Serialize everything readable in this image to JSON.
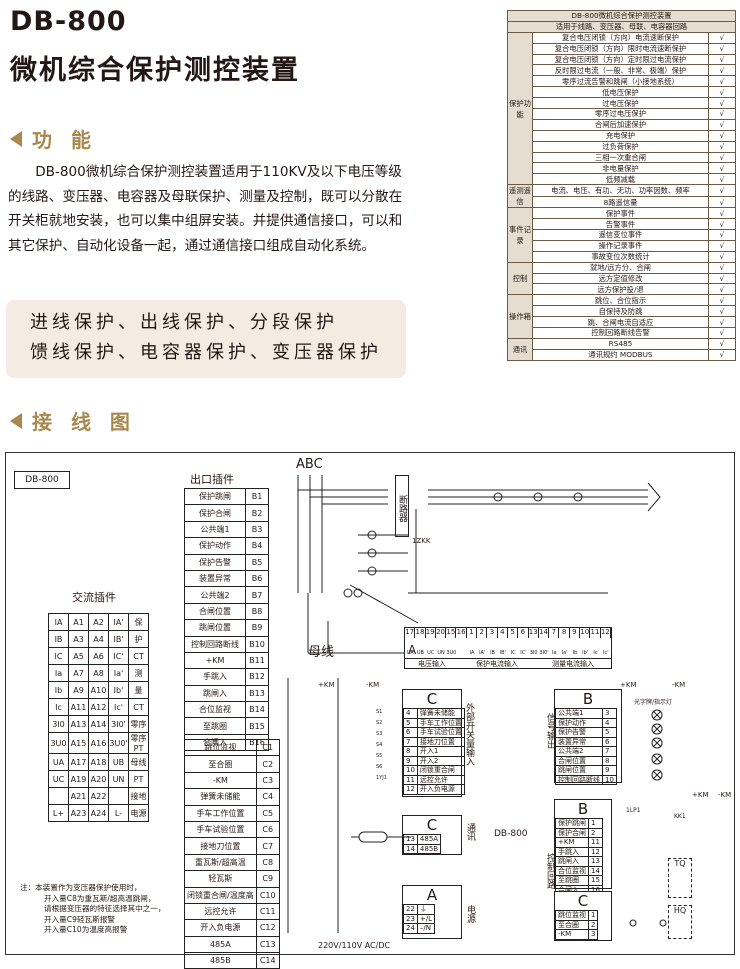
{
  "header": {
    "model": "DB-800",
    "name": "微机综合保护测控装置"
  },
  "sections": {
    "function": "功 能",
    "wiring": "接 线 图"
  },
  "description": "DB-800微机综合保护测控装置适用于110KV及以下电压等级的线路、变压器、电容器及母联保护、测量及控制，既可以分散在开关柜就地安装，也可以集中组屏安装。并提供通信接口，可以和其它保护、自动化设备一起，通过通信接口组成自动化系统。",
  "applications": [
    "进线保护、出线保护、分段保护",
    "馈线保护、电容器保护、变压器保护"
  ],
  "function_table": {
    "title": "DB-800微机综合保护测控装置",
    "subtitle": "适用于线路、变压器、母联、电容器回路",
    "check": "√",
    "groups": [
      {
        "name": "保护功能",
        "items": [
          "复合电压闭锁（方向）电流速断保护",
          "复合电压闭锁（方向）限时电流速断保护",
          "复合电压闭锁（方向）定时限过电流保护",
          "反时限过电流（一般、非常、极端）保护",
          "零序过流告警和跳闸（小接地系统）",
          "低电压保护",
          "过电压保护",
          "零序过电压保护",
          "合闸后加速保护",
          "充电保护",
          "过负荷保护",
          "三相一次重合闸",
          "非电量保护",
          "低频减载"
        ]
      },
      {
        "name": "遥测遥信",
        "items": [
          "电流、电压、有功、无功、功率因数、频率",
          "8路遥信量"
        ]
      },
      {
        "name": "事件记录",
        "items": [
          "保护事件",
          "告警事件",
          "遥信变位事件",
          "操作记录事件",
          "事故变位次数统计"
        ]
      },
      {
        "name": "控制",
        "items": [
          "就地/远方分、合闸",
          "远方定值修改",
          "远方保护投/退"
        ]
      },
      {
        "name": "操作箱",
        "items": [
          "跳位、合位指示",
          "自保持及防跳",
          "跳、合闸电流自适应",
          "控制回路断线告警"
        ]
      },
      {
        "name": "通讯",
        "items": [
          "RS485",
          "通讯规约 MODBUS"
        ]
      }
    ]
  },
  "wiring": {
    "device_label": "DB-800",
    "ac_title": "交流插件",
    "ac_rows": [
      [
        "IA",
        "A1",
        "A2",
        "IA'",
        "保"
      ],
      [
        "IB",
        "A3",
        "A4",
        "IB'",
        "护"
      ],
      [
        "IC",
        "A5",
        "A6",
        "IC'",
        "CT"
      ],
      [
        "Ia",
        "A7",
        "A8",
        "Ia'",
        "测"
      ],
      [
        "Ib",
        "A9",
        "A10",
        "Ib'",
        "量"
      ],
      [
        "Ic",
        "A11",
        "A12",
        "Ic'",
        "CT"
      ],
      [
        "3I0",
        "A13",
        "A14",
        "3I0'",
        "零序"
      ],
      [
        "3U0",
        "A15",
        "A16",
        "3U0'",
        "零序PT"
      ],
      [
        "UA",
        "A17",
        "A18",
        "UB",
        "母线"
      ],
      [
        "UC",
        "A19",
        "A20",
        "UN",
        "PT"
      ],
      [
        "",
        "A21",
        "A22",
        "",
        "接地"
      ],
      [
        "L+",
        "A23",
        "A24",
        "L-",
        "电源"
      ]
    ],
    "out_title": "出口插件",
    "out_b": [
      [
        "保护跳闸",
        "B1"
      ],
      [
        "保护合闸",
        "B2"
      ],
      [
        "公共端1",
        "B3"
      ],
      [
        "保护动作",
        "B4"
      ],
      [
        "保护告警",
        "B5"
      ],
      [
        "装置异常",
        "B6"
      ],
      [
        "公共端2",
        "B7"
      ],
      [
        "合闸位置",
        "B8"
      ],
      [
        "跳闸位置",
        "B9"
      ],
      [
        "控制回路断线",
        "B10"
      ],
      [
        "+KM",
        "B11"
      ],
      [
        "手跳入",
        "B12"
      ],
      [
        "跳闸入",
        "B13"
      ],
      [
        "合位监视",
        "B14"
      ],
      [
        "至跳圈",
        "B15"
      ],
      [
        "合闸入",
        "B16"
      ]
    ],
    "out_c": [
      [
        "跳位监视",
        "C1"
      ],
      [
        "至合圈",
        "C2"
      ],
      [
        "-KM",
        "C3"
      ],
      [
        "弹簧未储能",
        "C4"
      ],
      [
        "手车工作位置",
        "C5"
      ],
      [
        "手车试验位置",
        "C6"
      ],
      [
        "接地刀位置",
        "C7"
      ],
      [
        "重瓦斯/超高温",
        "C8"
      ],
      [
        "轻瓦斯",
        "C9"
      ],
      [
        "闭锁重合闸/温度高",
        "C10"
      ],
      [
        "远控允许",
        "C11"
      ],
      [
        "开入负电源",
        "C12"
      ],
      [
        "485A",
        "C13"
      ],
      [
        "485B",
        "C14"
      ]
    ],
    "note": [
      "注：本装置作为变压器保护使用时，",
      "开入量C8为重瓦斯/超高温跳闸，",
      "请根据变压器的特征选择其中之一，",
      "开入量C9轻瓦斯报警",
      "开入量C10为温度高报警"
    ],
    "abc": "ABC",
    "breaker": "断路器",
    "zkk": "1ZKK",
    "busbar": "母线",
    "terminal_nums": [
      "17",
      "18",
      "19",
      "20",
      "15",
      "16",
      "1",
      "2",
      "3",
      "4",
      "5",
      "6",
      "13",
      "14",
      "7",
      "8",
      "9",
      "10",
      "11",
      "12"
    ],
    "terminal_sub": [
      "UA",
      "UB",
      "UC",
      "UN",
      "3U0",
      "",
      "IA",
      "IA'",
      "IB",
      "IB'",
      "IC",
      "IC'",
      "3I0",
      "3I0'",
      "Ia",
      "Ia'",
      "Ib",
      "Ib'",
      "Ic",
      "Ic'"
    ],
    "sec_a": "A",
    "sec_a_labels": [
      "电压输入",
      "保护电流输入",
      "测量电流输入"
    ],
    "km_pos": "+KM",
    "km_neg": "-KM",
    "c_block": {
      "title": "C",
      "side": "外部开关量输入",
      "rows": [
        [
          "4",
          "弹簧未储能"
        ],
        [
          "5",
          "手车工作位置"
        ],
        [
          "6",
          "手车试验位置"
        ],
        [
          "7",
          "接地刀位置"
        ],
        [
          "8",
          "开入1"
        ],
        [
          "9",
          "开入2"
        ],
        [
          "10",
          "闭锁重合闸"
        ],
        [
          "11",
          "远控允许"
        ],
        [
          "12",
          "开入负电源"
        ]
      ],
      "sw": [
        "S1",
        "S2",
        "S3",
        "S4",
        "S5",
        "S6",
        "1YJ1"
      ]
    },
    "b_block": {
      "title": "B",
      "side": "信号输出",
      "rows": [
        [
          "公共端1",
          "3"
        ],
        [
          "保护动作",
          "4"
        ],
        [
          "保护告警",
          "5"
        ],
        [
          "装置异常",
          "6"
        ],
        [
          "公共端2",
          "7"
        ],
        [
          "合闸位置",
          "8"
        ],
        [
          "跳闸位置",
          "9"
        ],
        [
          "控制回路断线",
          "10"
        ]
      ],
      "lamp": "光字牌/指示灯"
    },
    "comm": {
      "title": "C",
      "side": "通讯",
      "rows": [
        [
          "13",
          "485A"
        ],
        [
          "14",
          "485B"
        ]
      ],
      "device": "DB-800"
    },
    "power": {
      "title": "A",
      "side": "电源",
      "rows": [
        [
          "22",
          "⏚"
        ],
        [
          "23",
          "+/L"
        ],
        [
          "24",
          "–/N"
        ]
      ],
      "supply": "220V/110V AC/DC"
    },
    "ctrl": {
      "title1": "B",
      "title2": "C",
      "side": "控制回路",
      "rows_b": [
        [
          "保护跳闸",
          "1"
        ],
        [
          "保护合闸",
          "2"
        ],
        [
          "+KM",
          "11"
        ],
        [
          "手跳入",
          "12"
        ],
        [
          "跳闸入",
          "13"
        ],
        [
          "合位监视",
          "14"
        ],
        [
          "至跳圈",
          "15"
        ],
        [
          "合闸入",
          "16"
        ]
      ],
      "rows_c": [
        [
          "跳位监视",
          "1"
        ],
        [
          "至合圈",
          "2"
        ],
        [
          "-KM",
          "3"
        ]
      ],
      "lp": "1LP1",
      "kk": "KK1",
      "tq": "TQ",
      "hq": "HQ"
    }
  }
}
